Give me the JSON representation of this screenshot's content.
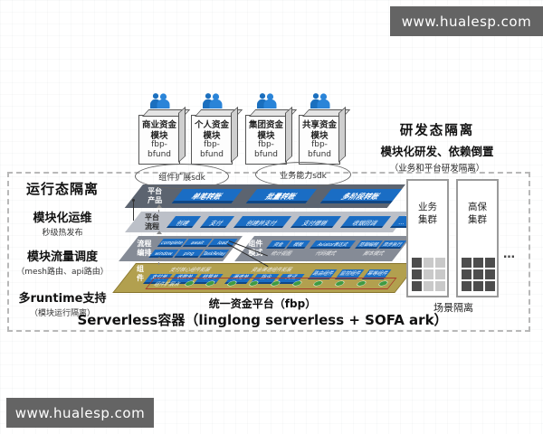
{
  "watermark": {
    "top": "www.hualesp.com",
    "bottom": "www.hualesp.com"
  },
  "modules": [
    {
      "title": "商业资金模块",
      "code": "fbp-bfund"
    },
    {
      "title": "个人资金模块",
      "code": "fbp-bfund"
    },
    {
      "title": "集团资金模块",
      "code": "fbp-bfund"
    },
    {
      "title": "共享资金模块",
      "code": "fbp-bfund"
    }
  ],
  "sdk_ovals": [
    {
      "label": "组件扩展sdk"
    },
    {
      "label": "业务能力sdk"
    }
  ],
  "dev_isolation": {
    "title": "研发态隔离",
    "line1": "模块化研发、依赖倒置",
    "line2": "（业务和平台研发隔离）"
  },
  "runtime_isolation": {
    "title": "运行态隔离",
    "items": [
      {
        "label": "模块化运维",
        "sub": "秒级热发布"
      },
      {
        "label": "模块流量调度",
        "sub": "（mesh路由、api路由）"
      },
      {
        "label": "多runtime支持",
        "sub": "（模块运行隔离）"
      }
    ]
  },
  "stack": {
    "layer1": {
      "label": "平台产品",
      "items": [
        "单笔转账",
        "批量转账",
        "多阶段转账"
      ]
    },
    "layer2": {
      "label": "平台流程",
      "items": [
        "创建",
        "支付",
        "创建并支付",
        "支付撤销",
        "收银回调",
        "…"
      ]
    },
    "layer3": {
      "flow": {
        "label": "流程编排",
        "items": [
          "complete",
          "await",
          "load",
          "window",
          "ping",
          "TaskRelay"
        ]
      },
      "component": {
        "label": "组件模式",
        "groups": [
          {
            "caption": "统计视图",
            "boxes": [
              "资金",
              "模板"
            ]
          },
          {
            "caption": "代码模式",
            "boxes": [
              "Aviator表达式"
            ]
          },
          {
            "caption": "脚本模式",
            "boxes": [
              "防御编程",
              "异步执行"
            ]
          }
        ]
      }
    },
    "layer4": {
      "label": "组件",
      "groups": [
        {
          "caption": "支付核心组件拓展",
          "boxes": [
            "支付单",
            "收款单",
            "结算单"
          ]
        },
        {
          "caption": "资金渠道组件拓展",
          "boxes": [
            "渠道单",
            "指令",
            "凭证"
          ]
        }
      ],
      "extra_boxes": [
        "路由组件",
        "监控组件",
        "幂等组件"
      ],
      "strip": {
        "label": "组件扩展点",
        "dots": 10
      }
    }
  },
  "platform": {
    "title": "统一资金平台（fbp）",
    "subtitle": "Serverless容器（linglong serverless + SOFA ark）"
  },
  "clusters": {
    "items": [
      {
        "name": "业务集群",
        "grid": [
          "d",
          "l",
          "l",
          "d",
          "l",
          "l",
          "d",
          "l",
          "l"
        ]
      },
      {
        "name": "高保集群",
        "grid": [
          "d",
          "d",
          "d",
          "d",
          "d",
          "d",
          "d",
          "d",
          "d"
        ]
      }
    ],
    "more": "…",
    "caption": "场景隔离"
  },
  "colors": {
    "accent_blue": "#1a6dc4",
    "layer_product": "#5c6470",
    "layer_process": "#bcc0c8",
    "layer_flow": "#858b96",
    "layer_component": "#b2a04f",
    "strip_red": "#a8392c",
    "dot_green": "#3f9b43",
    "watermark_bg": "#646464"
  }
}
